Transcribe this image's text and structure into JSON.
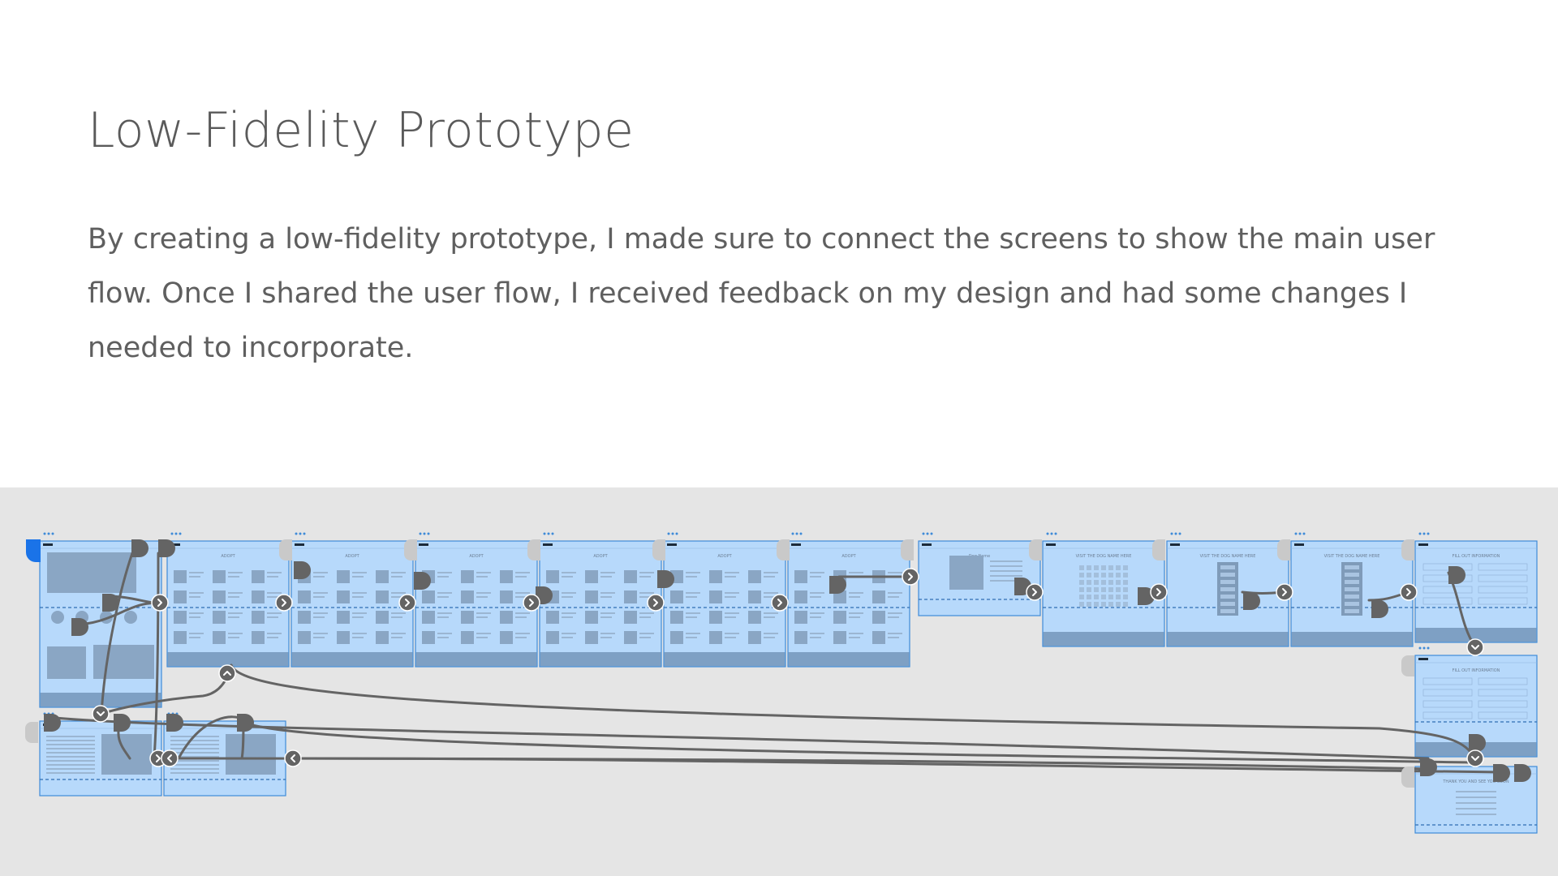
{
  "slide": {
    "title": "Low-Fidelity Prototype",
    "body": "By creating a low-fidelity prototype, I made sure to connect the screens to show the main user flow. Once I shared the user flow, I received feedback on my design and had some changes I needed to incorporate."
  },
  "prototype": {
    "frame_headers": [
      "",
      "ADOPT",
      "ADOPT",
      "ADOPT",
      "ADOPT",
      "ADOPT",
      "ADOPT",
      "Dog Name",
      "VISIT THE DOG NAME HERE",
      "VISIT THE DOG NAME HERE",
      "VISIT THE DOG NAME HERE",
      "FILL OUT INFORMATION",
      "FILL OUT INFORMATION",
      "THANK YOU AND SEE YOU SOON",
      "",
      ""
    ],
    "colors": {
      "frame_fill": "#b7d9fb",
      "frame_border": "#3f8bd8",
      "footer": "#7ea0c4",
      "connector": "#646464",
      "canvas_bg": "#e5e5e5",
      "selected": "#1a73e8"
    }
  }
}
